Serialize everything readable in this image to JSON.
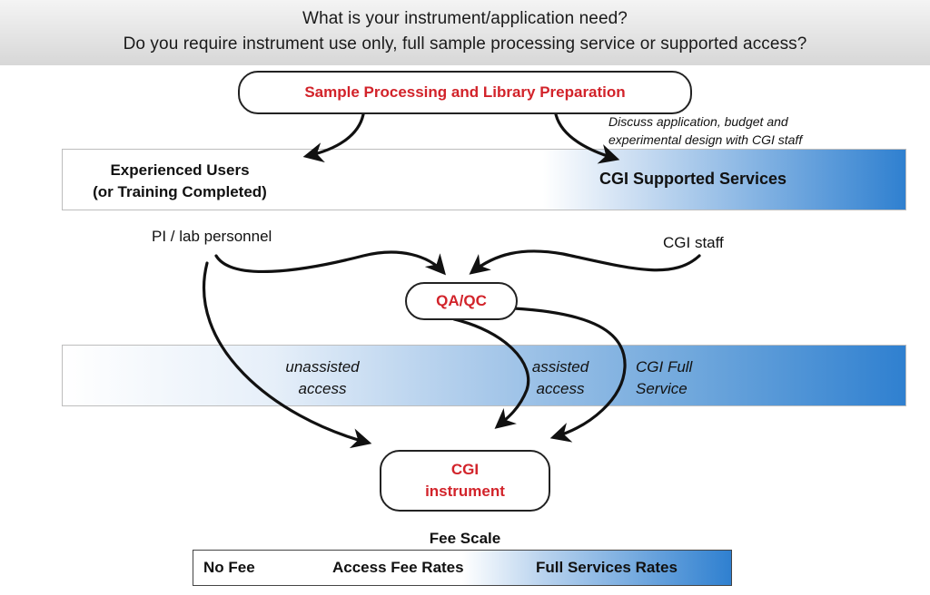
{
  "header": {
    "line1": "What is your instrument/application need?",
    "line2": "Do you require instrument use only, full sample processing service or supported access?"
  },
  "nodes": {
    "sample_processing": "Sample Processing and Library Preparation",
    "discuss_note_line1": "Discuss application, budget and",
    "discuss_note_line2": "experimental design with CGI staff",
    "experienced_users_line1": "Experienced Users",
    "experienced_users_line2": "(or Training Completed)",
    "cgi_supported_services": "CGI Supported Services",
    "pi_lab_personnel": "PI / lab personnel",
    "cgi_staff": "CGI staff",
    "qa_qc": "QA/QC",
    "unassisted_line1": "unassisted",
    "unassisted_line2": "access",
    "assisted_line1": "assisted",
    "assisted_line2": "access",
    "full_service_line1": "CGI Full",
    "full_service_line2": "Service",
    "cgi_instrument_line1": "CGI",
    "cgi_instrument_line2": "instrument"
  },
  "fee_scale": {
    "title": "Fee Scale",
    "no_fee": "No Fee",
    "access_fee": "Access Fee Rates",
    "full_services": "Full Services Rates"
  },
  "colors": {
    "accent_red": "#d2232a",
    "gradient_blue": "#2f80d0",
    "header_gray": "#d7d7d7"
  }
}
